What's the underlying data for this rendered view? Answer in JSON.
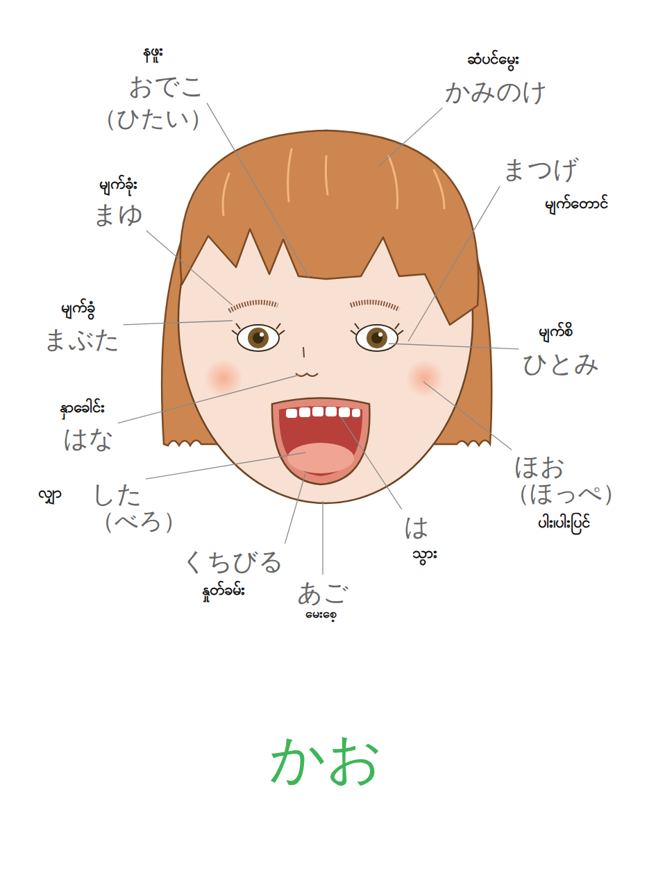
{
  "diagram": {
    "title": "かお",
    "labels": [
      "နဖူး",
      "おでこ",
      "（ひたい）",
      "ဆံပင်မွေး",
      "かみのけ",
      "မျက်ခုံး",
      "まゆ",
      "まつげ",
      "မျက်တောင်",
      "မျက်ခွံ",
      "まぶた",
      "မျက်စိ",
      "ひとみ",
      "နှာခေါင်း",
      "はな",
      "ほお",
      "（ほっぺ）",
      "လျှာ",
      "した",
      "（べろ）",
      "は",
      "ပါး၊ပါးပြင်",
      "သွား",
      "くちびる",
      "あご",
      "နှုတ်ခမ်း",
      "မေးစေ့"
    ]
  }
}
